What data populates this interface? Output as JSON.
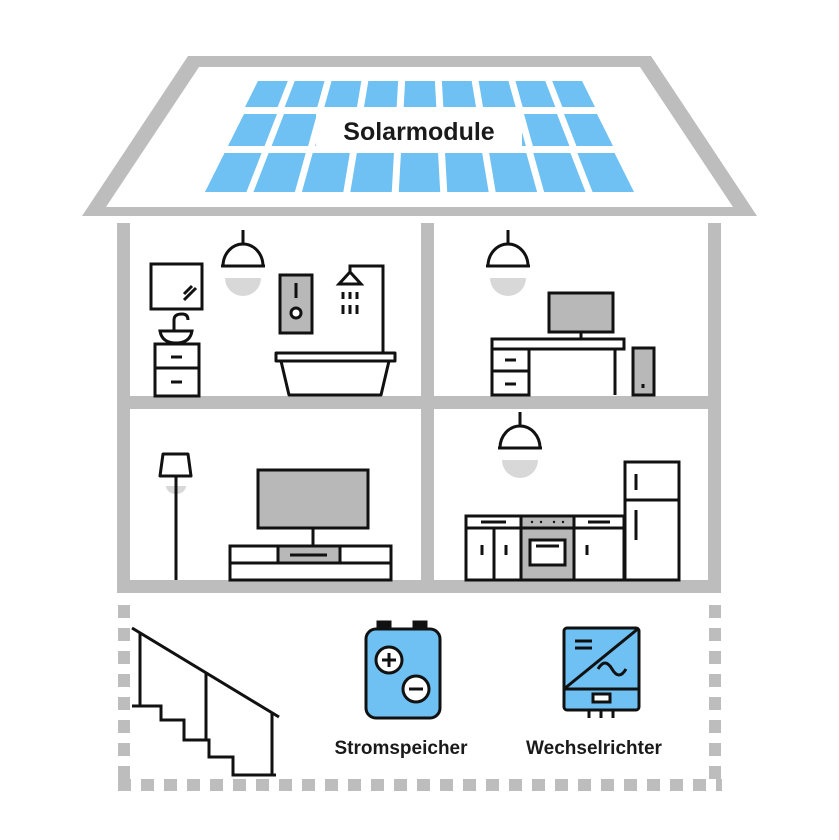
{
  "labels": {
    "solar": "Solarmodule",
    "storage": "Stromspeicher",
    "inverter": "Wechselrichter"
  },
  "colors": {
    "wall": "#bdbdbd",
    "solar_cell": "#6ec1f2",
    "device_blue": "#6ec1f2",
    "appliance_gray": "#b8b8b8",
    "lamp_glow": "#d8d8d8",
    "line": "#111111"
  },
  "icons": [
    "solar-panel-icon",
    "ceiling-lamp-icon",
    "mirror-icon",
    "sink-icon",
    "water-heater-icon",
    "shower-icon",
    "bathtub-icon",
    "desk-icon",
    "monitor-icon",
    "pc-tower-icon",
    "floor-lamp-icon",
    "tv-icon",
    "tv-stand-icon",
    "kitchen-counter-icon",
    "oven-icon",
    "fridge-icon",
    "staircase-icon",
    "battery-icon",
    "inverter-icon"
  ]
}
